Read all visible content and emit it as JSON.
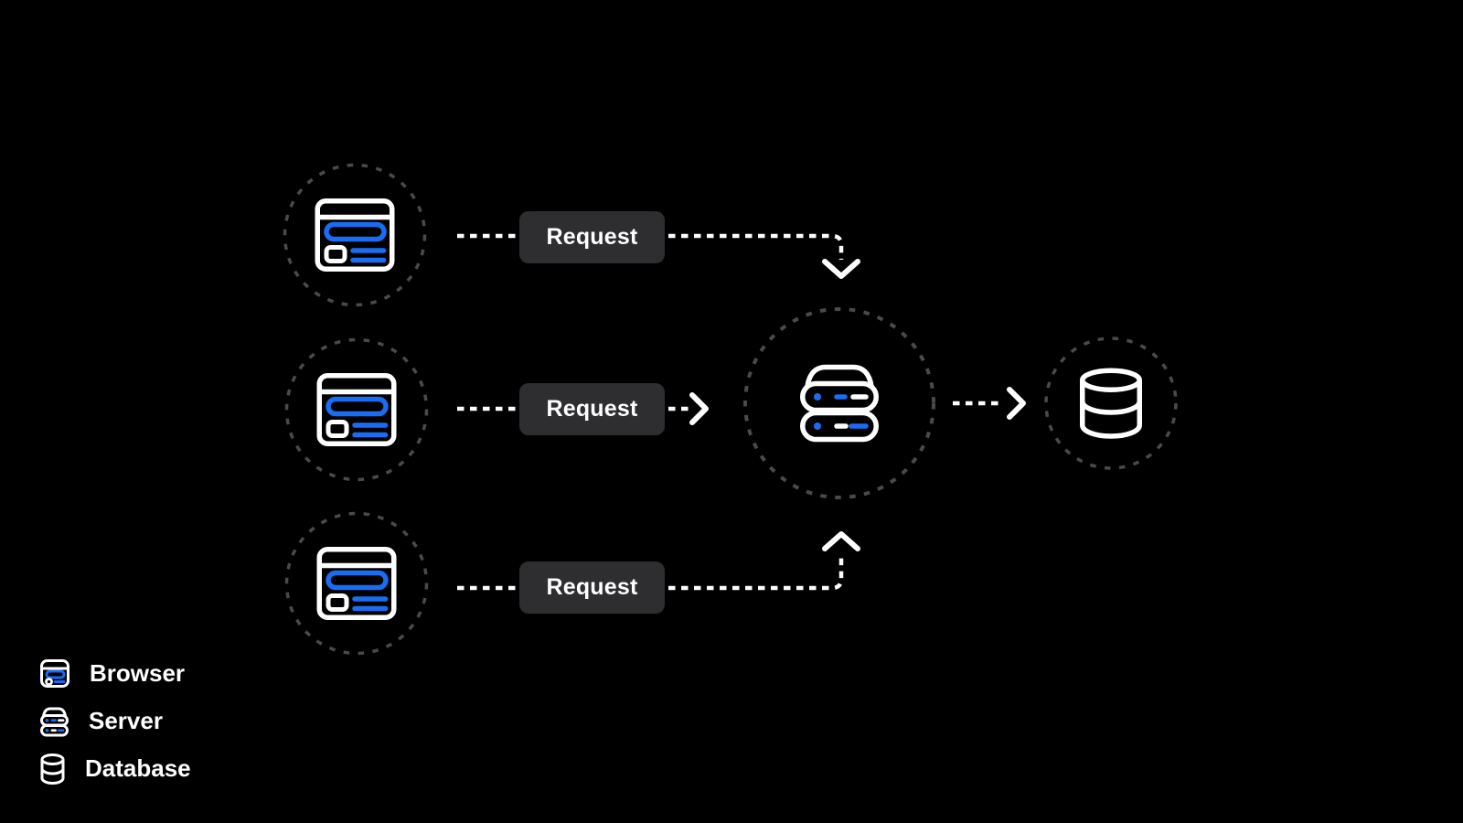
{
  "diagram": {
    "browsers": [
      {
        "request_label": "Request"
      },
      {
        "request_label": "Request"
      },
      {
        "request_label": "Request"
      }
    ],
    "nodes": {
      "server": "server",
      "database": "database"
    }
  },
  "legend": {
    "items": [
      {
        "icon": "browser-icon",
        "label": "Browser"
      },
      {
        "icon": "server-icon",
        "label": "Server"
      },
      {
        "icon": "database-icon",
        "label": "Database"
      }
    ]
  },
  "colors": {
    "background": "#000000",
    "accent_blue": "#1a6df3",
    "request_box_background": "#2e2e30",
    "dashed_circle_gray": "#4a4a4a",
    "arrow_white": "#ffffff",
    "text_white": "#ffffff"
  }
}
